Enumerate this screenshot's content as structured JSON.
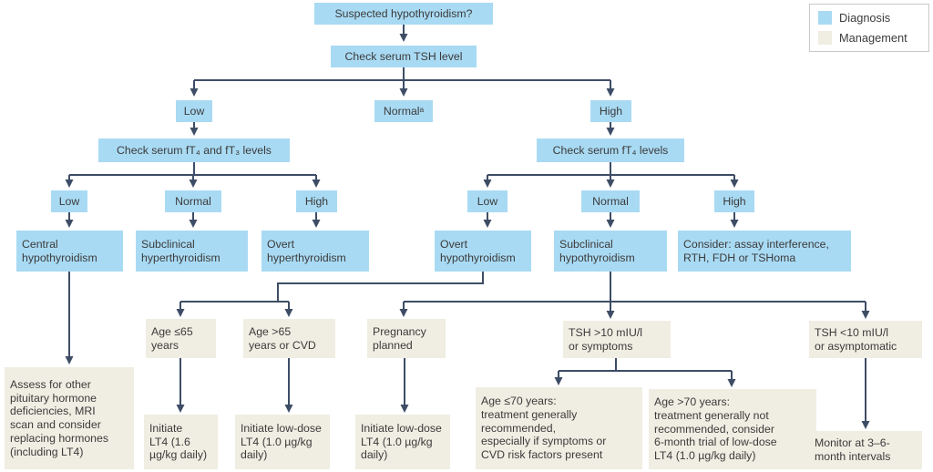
{
  "title": "Suspected hypothyroidism diagnosis and management flowchart",
  "colors": {
    "diagnosis_box": "#a9daf3",
    "management_box": "#f0ede2",
    "connector": "#3e4d66",
    "text": "#3b3b3b",
    "legend_border": "#c9c9c9",
    "background": "#ffffff"
  },
  "legend": {
    "items": [
      {
        "label": "Diagnosis",
        "color": "#a9daf3"
      },
      {
        "label": "Management",
        "color": "#f0ede2"
      }
    ]
  },
  "nodes": {
    "suspected": "Suspected hypothyroidism?",
    "check_tsh": "Check serum TSH level",
    "tsh_low": "Low",
    "tsh_normal": "Normalᵃ",
    "tsh_high": "High",
    "check_ft4_ft3": "Check serum fT₄ and fT₃ levels",
    "check_ft4": "Check serum fT₄ levels",
    "ft_low_left": "Low",
    "ft_normal_left": "Normal",
    "ft_high_left": "High",
    "ft_low_right": "Low",
    "ft_normal_right": "Normal",
    "ft_high_right": "High",
    "central_hypothyroidism": "Central\nhypothyroidism",
    "subclinical_hyperthyroidism": "Subclinical\nhyperthyroidism",
    "overt_hyperthyroidism": "Overt\nhyperthyroidism",
    "overt_hypothyroidism": "Overt\nhypothyroidism",
    "subclinical_hypothyroidism": "Subclinical\nhypothyroidism",
    "consider_assay": "Consider: assay interference,\nRTH, FDH or TSHoma",
    "age_le65": "Age ≤65\nyears",
    "age_gt65_cvd": "Age >65\nyears or CVD",
    "pregnancy_planned": "Pregnancy\nplanned",
    "tsh_gt10": "TSH >10 mIU/l\nor symptoms",
    "tsh_lt10": "TSH <10 mIU/l\nor asymptomatic",
    "assess_pituitary": "Assess for other\npituitary hormone\ndeficiencies, MRI\nscan and consider\nreplacing hormones\n(including LT4)",
    "initiate_full": "Initiate\nLT4 (1.6\nµg/kg daily)",
    "initiate_low_cvd": "Initiate low-dose\nLT4 (1.0 µg/kg\ndaily)",
    "initiate_low_preg": "Initiate low-dose\nLT4 (1.0 µg/kg\ndaily)",
    "age_le70": "Age ≤70 years:\ntreatment generally\nrecommended,\nespecially if symptoms or\nCVD risk factors present",
    "age_gt70": "Age >70 years:\ntreatment generally not\nrecommended, consider\n6-month trial of low-dose\nLT4 (1.0 µg/kg daily)",
    "monitor": "Monitor at 3–6-\nmonth intervals"
  }
}
